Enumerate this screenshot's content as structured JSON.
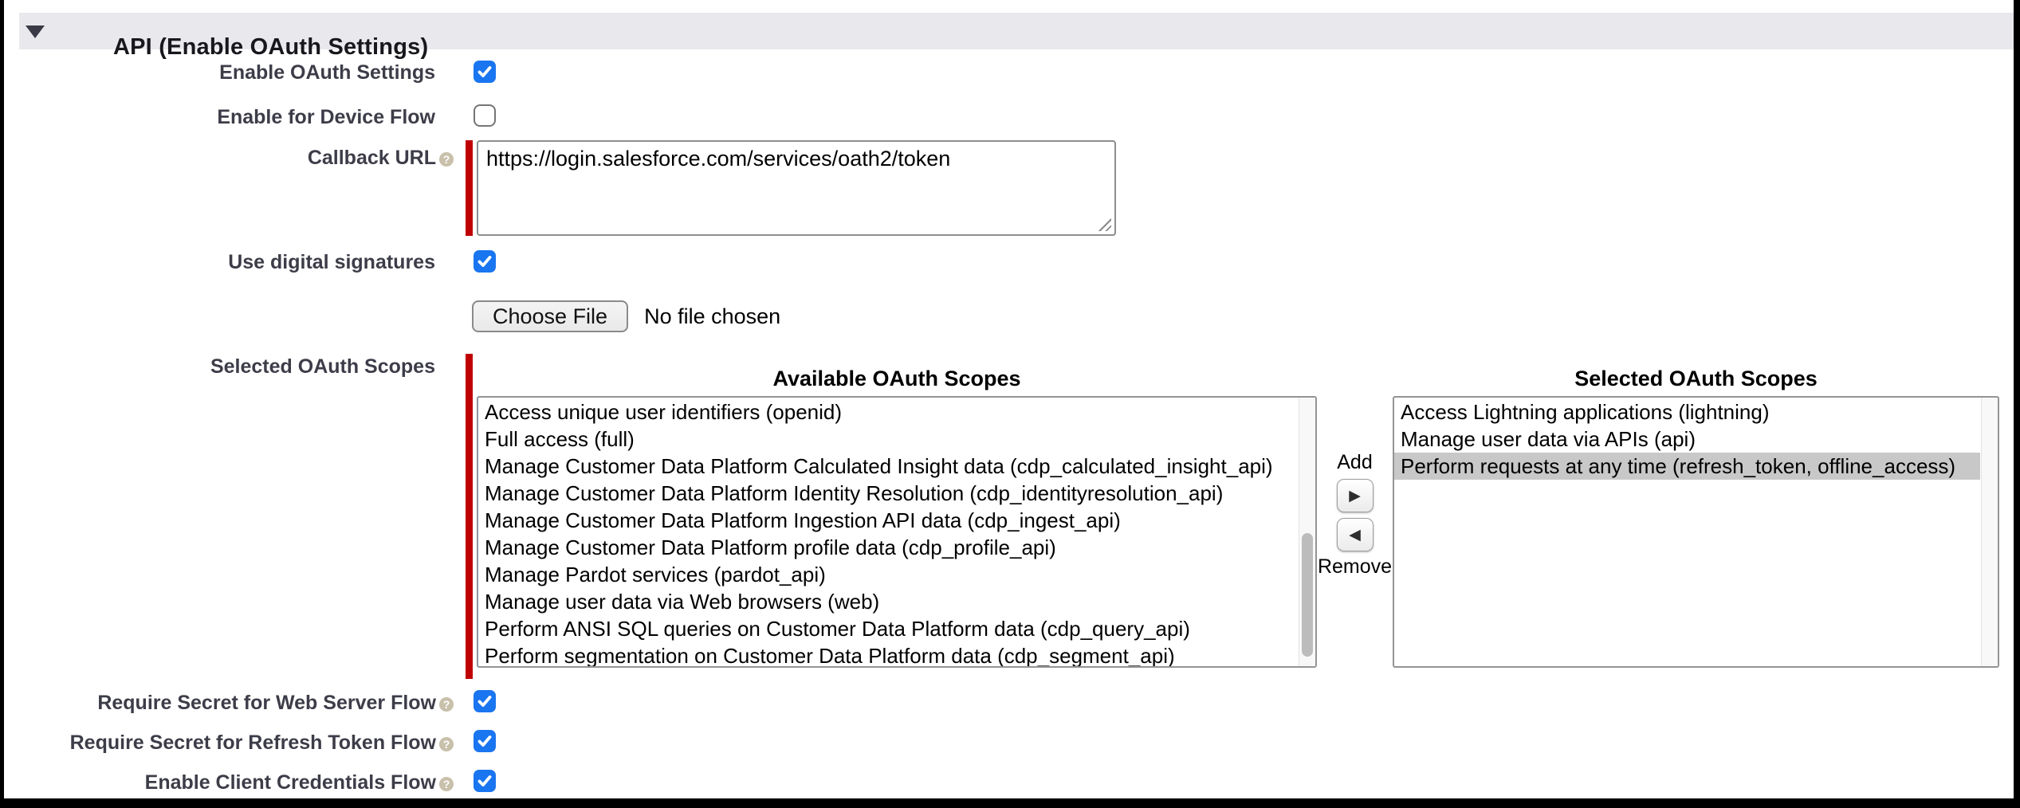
{
  "section": {
    "title": "API (Enable OAuth Settings)"
  },
  "fields": {
    "enable_oauth": {
      "label": "Enable OAuth Settings",
      "checked": true
    },
    "device_flow": {
      "label": "Enable for Device Flow",
      "checked": false
    },
    "callback_url": {
      "label": "Callback URL",
      "value": "https://login.salesforce.com/services/oath2/token",
      "required": true
    },
    "digital_signatures": {
      "label": "Use digital signatures",
      "checked": true
    },
    "certificate_file": {
      "button_label": "Choose File",
      "status": "No file chosen"
    },
    "web_server_flow": {
      "label": "Require Secret for Web Server Flow",
      "checked": true
    },
    "refresh_token_flow": {
      "label": "Require Secret for Refresh Token Flow",
      "checked": true
    },
    "client_credentials_flow": {
      "label": "Enable Client Credentials Flow",
      "checked": true
    }
  },
  "scopes": {
    "label": "Selected OAuth Scopes",
    "required": true,
    "available_header": "Available OAuth Scopes",
    "selected_header": "Selected OAuth Scopes",
    "add_label": "Add",
    "remove_label": "Remove",
    "available": [
      "Access unique user identifiers (openid)",
      "Full access (full)",
      "Manage Customer Data Platform Calculated Insight data (cdp_calculated_insight_api)",
      "Manage Customer Data Platform Identity Resolution (cdp_identityresolution_api)",
      "Manage Customer Data Platform Ingestion API data (cdp_ingest_api)",
      "Manage Customer Data Platform profile data (cdp_profile_api)",
      "Manage Pardot services (pardot_api)",
      "Manage user data via Web browsers (web)",
      "Perform ANSI SQL queries on Customer Data Platform data (cdp_query_api)",
      "Perform segmentation on Customer Data Platform data (cdp_segment_api)"
    ],
    "selected": [
      "Access Lightning applications (lightning)",
      "Manage user data via APIs (api)",
      "Perform requests at any time (refresh_token, offline_access)"
    ],
    "selected_highlight_index": 2
  },
  "icons": {
    "help_glyph": "?",
    "add_arrow": "▶",
    "remove_arrow": "◀"
  },
  "colors": {
    "checkbox_blue": "#1a75f0",
    "required_red": "#c00000",
    "section_bar_grey": "#e9e9ed",
    "selection_grey": "#c8c8c8"
  }
}
